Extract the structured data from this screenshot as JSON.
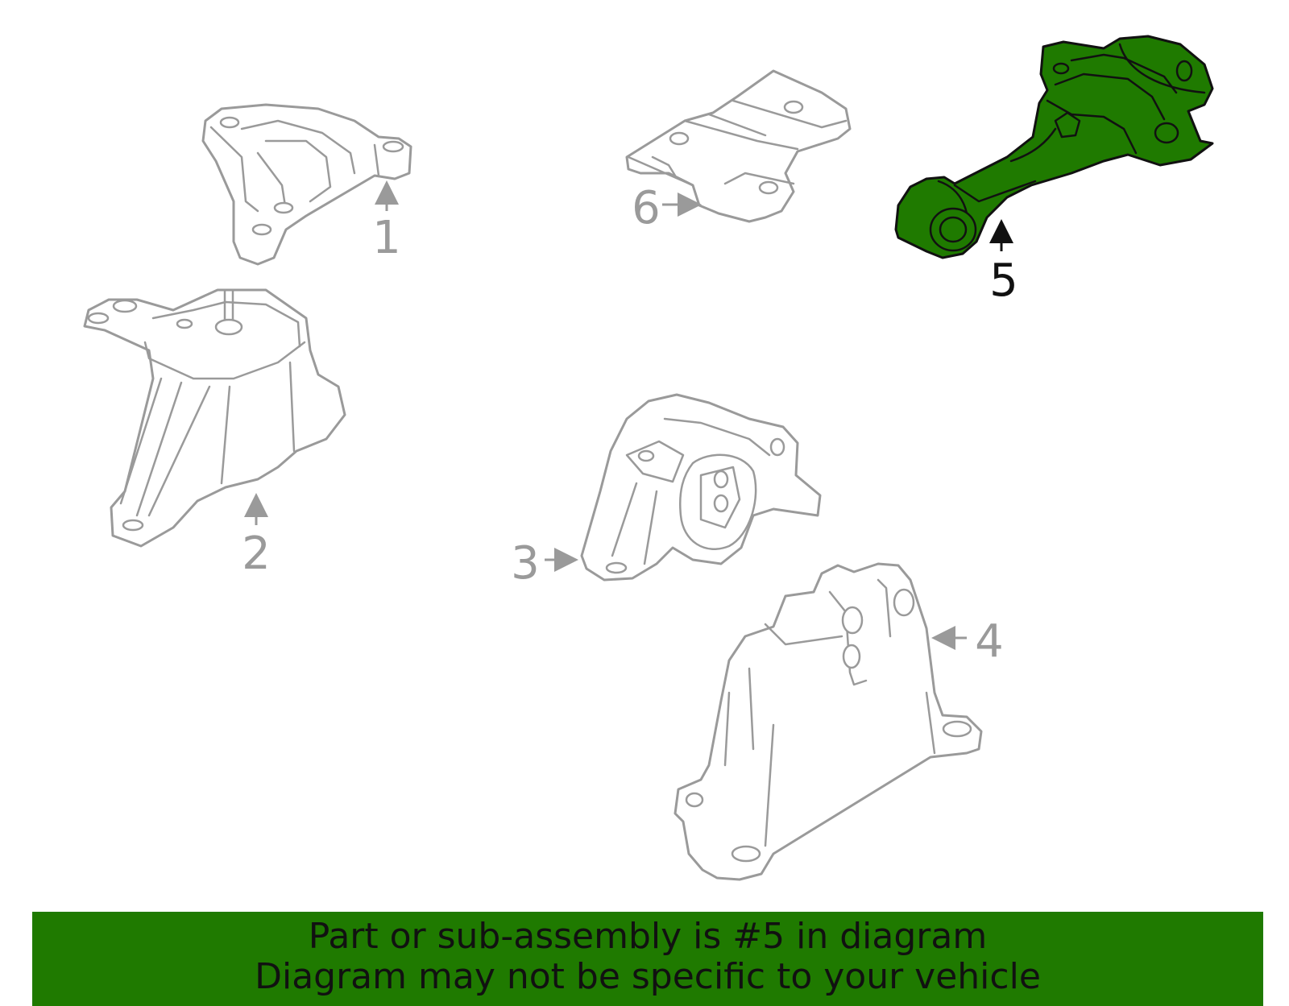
{
  "diagram": {
    "callouts": [
      "1",
      "2",
      "3",
      "4",
      "5",
      "6"
    ],
    "highlighted_callout": "5",
    "highlight_color": "#1f7a00",
    "line_color": "#9a9a9a"
  },
  "banner": {
    "line1": "Part or sub-assembly is #5 in diagram",
    "line2": "Diagram may not be specific to your vehicle",
    "background": "#1f7a00"
  }
}
